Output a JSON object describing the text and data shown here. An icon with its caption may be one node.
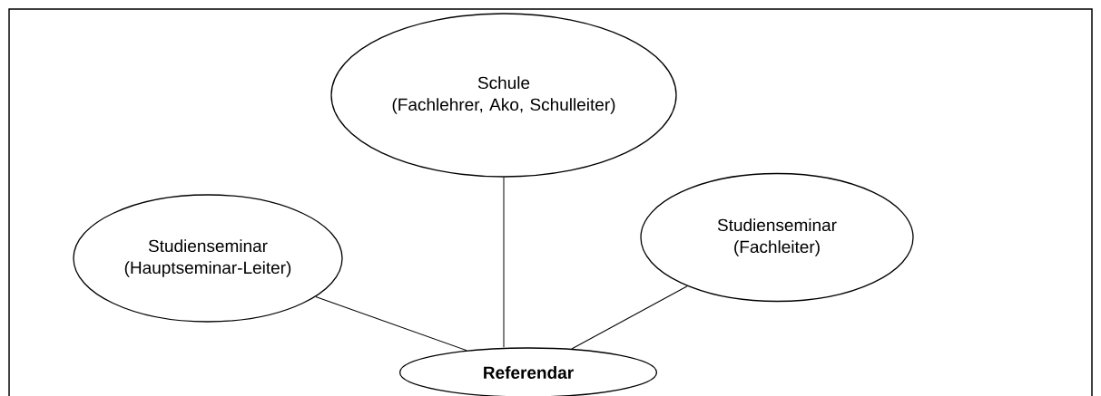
{
  "diagram": {
    "nodes": [
      {
        "text": [
          "Schule",
          "(Fachlehrer, Ako, Schulleiter)"
        ]
      },
      {
        "text": [
          "Studienseminar",
          "(Hauptseminar-Leiter)"
        ]
      },
      {
        "text": [
          "Studienseminar",
          "(Fachleiter)"
        ]
      },
      {
        "text": [
          "Referendar"
        ]
      }
    ],
    "edges": [
      {
        "from": 1,
        "to": 3,
        "arrow": "none"
      },
      {
        "from": 0,
        "to": 3,
        "arrow": "none"
      },
      {
        "from": 2,
        "to": 3,
        "arrow": "none"
      }
    ]
  }
}
